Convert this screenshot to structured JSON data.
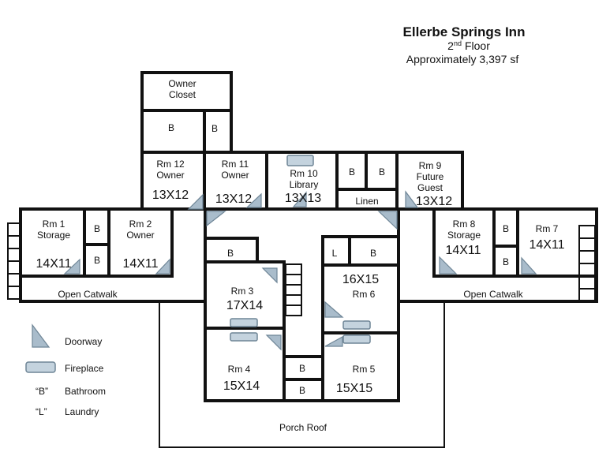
{
  "header": {
    "title": "Ellerbe Springs Inn",
    "floor": "2",
    "floor_sup": "nd",
    "floor_word": "Floor",
    "area": "Approximately 3,397 sf"
  },
  "rooms": {
    "owner_closet": [
      "Owner",
      "Closet"
    ],
    "rm12": {
      "name": [
        "Rm 12",
        "Owner"
      ],
      "size": "13X12"
    },
    "rm11": {
      "name": [
        "Rm 11",
        "Owner"
      ],
      "size": "13X12"
    },
    "rm10": {
      "name": [
        "Rm 10",
        "Library"
      ],
      "size": "13X13"
    },
    "rm9": {
      "name": [
        "Rm 9",
        "Future",
        "Guest"
      ],
      "size": "13X12"
    },
    "rm1": {
      "name": [
        "Rm 1",
        "Storage"
      ],
      "size": "14X11"
    },
    "rm2": {
      "name": [
        "Rm 2",
        "Owner"
      ],
      "size": "14X11"
    },
    "rm8": {
      "name": [
        "Rm 8",
        "Storage"
      ],
      "size": "14X11"
    },
    "rm7": {
      "name": [
        "Rm 7"
      ],
      "size": "14X11"
    },
    "rm3": {
      "name": [
        "Rm 3"
      ],
      "size": "17X14"
    },
    "rm6": {
      "name": [
        "Rm 6"
      ],
      "size": "16X15"
    },
    "rm4": {
      "name": [
        "Rm 4"
      ],
      "size": "15X14"
    },
    "rm5": {
      "name": [
        "Rm 5"
      ],
      "size": "15X15"
    }
  },
  "labels": {
    "bath": "B",
    "laundry": "L",
    "linen": "Linen",
    "catwalk": "Open Catwalk",
    "porch": "Porch Roof"
  },
  "legend": {
    "doorway": "Doorway",
    "fireplace": "Fireplace",
    "bath_key": "“B”",
    "bath_label": "Bathroom",
    "laundry_key": "“L”",
    "laundry_label": "Laundry"
  },
  "colors": {
    "walls": "#111111",
    "doorway": "#a9bccb",
    "fireplace": "#c4d3de"
  }
}
